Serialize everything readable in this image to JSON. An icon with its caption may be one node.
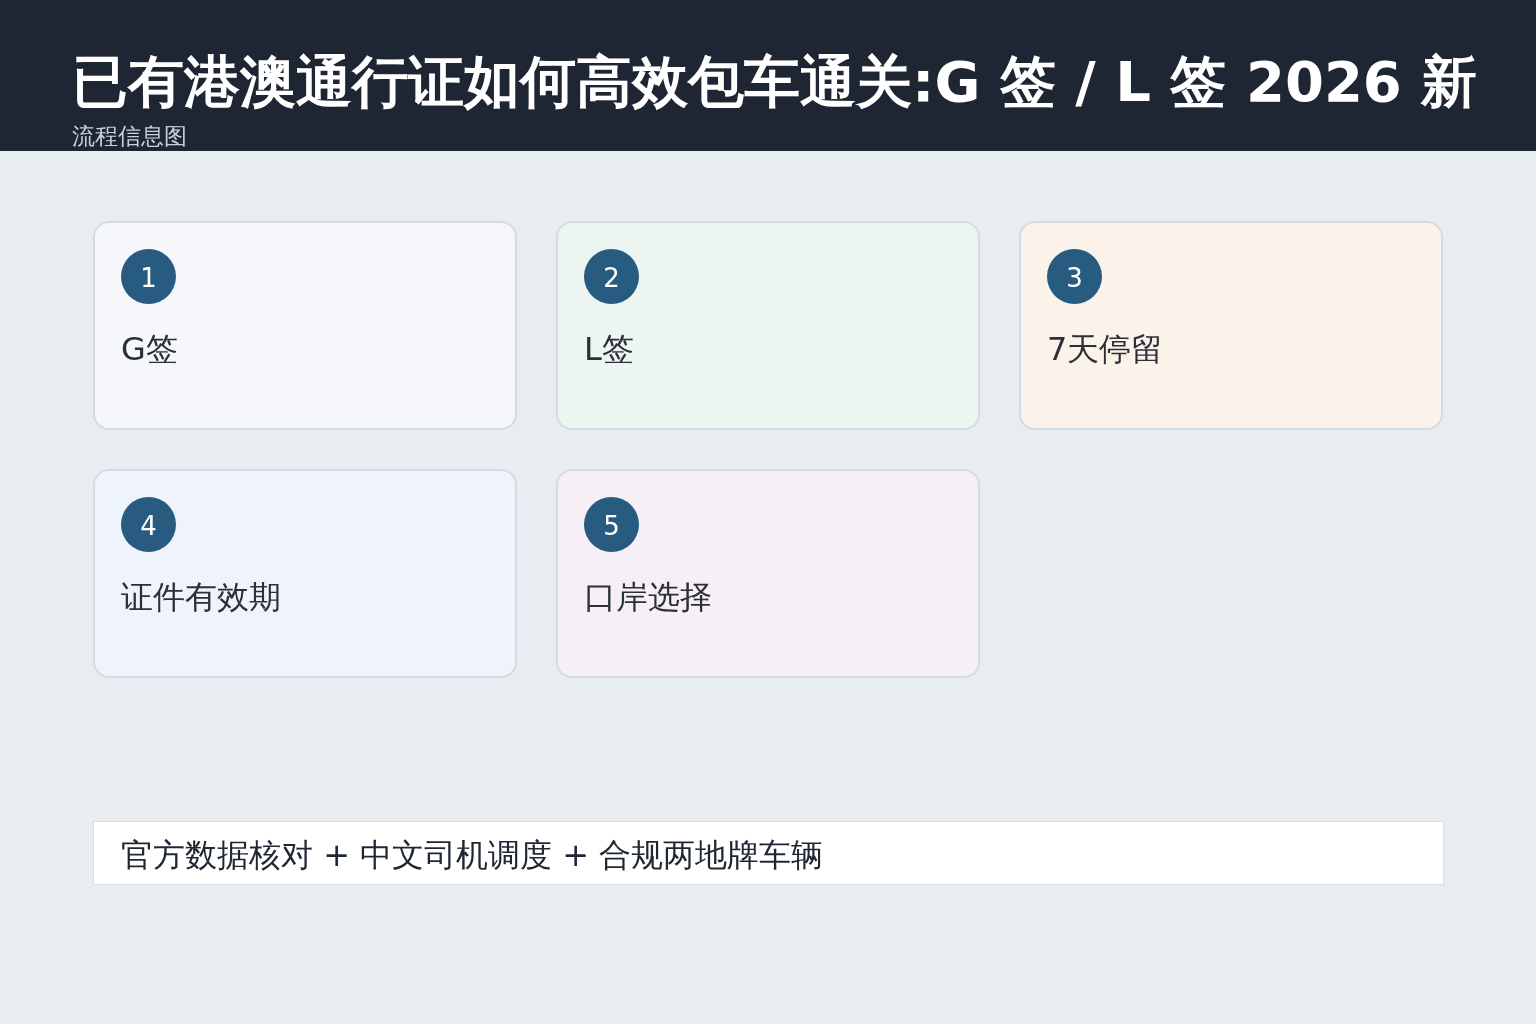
{
  "diagram": {
    "title": "已有港澳通行证如何高效包车通关:G 签 / L 签 2026 新",
    "nodes": [
      {
        "text": [
          "G签"
        ]
      },
      {
        "text": [
          "1"
        ],
        "in": 0
      },
      {
        "text": [
          "L签"
        ]
      },
      {
        "text": [
          "2"
        ],
        "in": 2
      },
      {
        "text": [
          "7天停留"
        ]
      },
      {
        "text": [
          "3"
        ],
        "in": 4
      },
      {
        "text": [
          "证件有效期"
        ]
      },
      {
        "text": [
          "4"
        ],
        "in": 6
      },
      {
        "text": [
          "口岸选择"
        ]
      },
      {
        "text": [
          "5"
        ],
        "in": 8
      },
      {
        "text": [
          "官方数据核对 + 中文司机调度 + 合规两地牌车辆"
        ]
      }
    ],
    "labels": [
      "流程信息图"
    ]
  }
}
